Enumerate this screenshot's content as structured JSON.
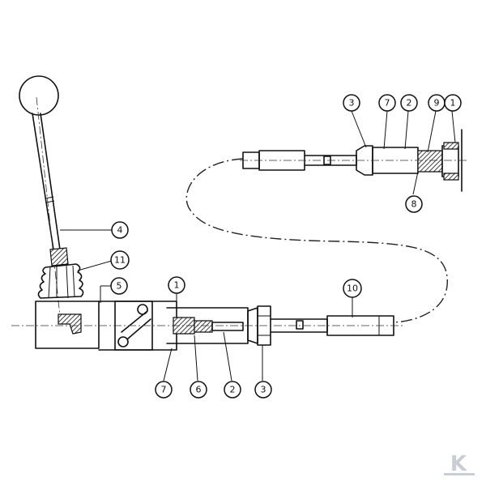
{
  "callouts": [
    {
      "id": "c-3-top",
      "label": "3"
    },
    {
      "id": "c-7-top",
      "label": "7"
    },
    {
      "id": "c-2-top",
      "label": "2"
    },
    {
      "id": "c-9-top",
      "label": "9"
    },
    {
      "id": "c-1-top",
      "label": "1"
    },
    {
      "id": "c-8-top",
      "label": "8"
    },
    {
      "id": "c-4",
      "label": "4"
    },
    {
      "id": "c-11",
      "label": "11"
    },
    {
      "id": "c-5",
      "label": "5"
    },
    {
      "id": "c-1-bottom",
      "label": "1"
    },
    {
      "id": "c-10",
      "label": "10"
    },
    {
      "id": "c-7-bottom",
      "label": "7"
    },
    {
      "id": "c-6",
      "label": "6"
    },
    {
      "id": "c-2-bottom",
      "label": "2"
    },
    {
      "id": "c-3-bottom",
      "label": "3"
    }
  ],
  "logo": {
    "letter": "K",
    "color": "#c9ced4"
  }
}
